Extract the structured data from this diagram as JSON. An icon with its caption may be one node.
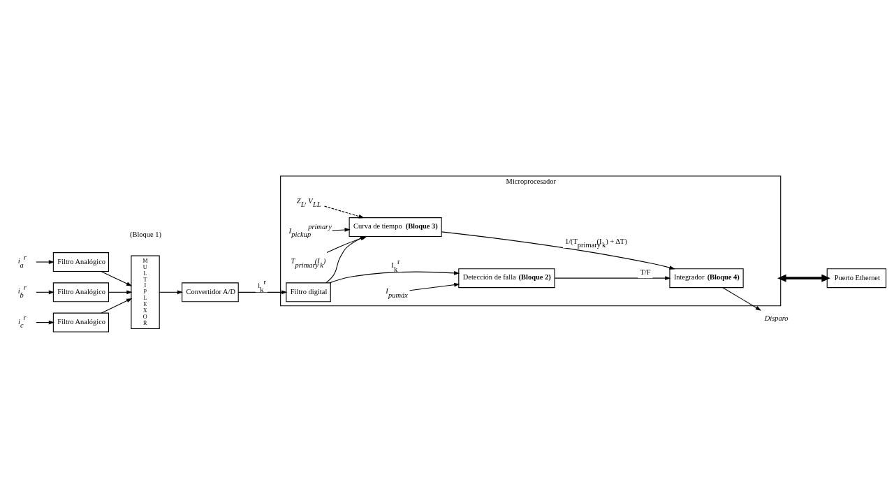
{
  "diagram": {
    "nodes": [
      {
        "text": [
          "Microprocesador"
        ]
      },
      {
        "text": [
          "i$_{a}$$^{r}$"
        ]
      },
      {
        "text": [
          "Filtro Analógico"
        ]
      },
      {
        "text": [
          "i$_{b}$$^{r}$"
        ]
      },
      {
        "text": [
          "Filtro Analógico"
        ]
      },
      {
        "text": [
          "i$_{c}$$^{r}$"
        ]
      },
      {
        "text": [
          "Filtro Analógico"
        ]
      },
      {
        "text": [
          "MULTIPLEXOR"
        ]
      },
      {
        "text": [
          "Convertidor A/D"
        ]
      },
      {
        "text": [
          "Z$_{L}$, V$_{LL}$"
        ],
        "in": 0
      },
      {
        "text": [
          "I$_{pickup}$$^{primary}$"
        ],
        "in": 0
      },
      {
        "text": [
          "T$_{primary}$(I$_{k}$)"
        ],
        "in": 0
      },
      {
        "text": [
          "Curva de tiempo **(Bloque 3)**"
        ],
        "in": 0
      },
      {
        "text": [
          "Filtro digital"
        ],
        "in": 0
      },
      {
        "text": [
          "Detección de falla **(Bloque 2)**"
        ],
        "in": 0
      },
      {
        "text": [
          "I$_{pumáx}$"
        ],
        "in": 0
      },
      {
        "text": [
          "Integrador **(Bloque 4)**"
        ],
        "in": 0
      },
      {
        "text": [
          "Disparo"
        ]
      },
      {
        "text": [
          "Puerto Ethernet"
        ]
      }
    ],
    "edges": [
      {
        "from": 1,
        "to": 2,
        "arrow": "to"
      },
      {
        "from": 3,
        "to": 4,
        "arrow": "to"
      },
      {
        "from": 5,
        "to": 6,
        "arrow": "to"
      },
      {
        "from": 2,
        "to": 7,
        "arrow": "to"
      },
      {
        "from": 4,
        "to": 7,
        "arrow": "to"
      },
      {
        "from": 6,
        "to": 7,
        "arrow": "to"
      },
      {
        "from": 7,
        "to": 8,
        "arrow": "to"
      },
      {
        "from": 8,
        "to": 13,
        "arrow": "to",
        "label": "i$_{k}$$^{r}$"
      },
      {
        "from": 9,
        "to": 12,
        "arrow": "to",
        "style": "dashed"
      },
      {
        "from": 10,
        "to": 12,
        "arrow": "to"
      },
      {
        "from": 11,
        "to": 12,
        "arrow": "to"
      },
      {
        "from": 13,
        "to": 12,
        "arrow": "to"
      },
      {
        "from": 13,
        "to": 14,
        "arrow": "to",
        "label": "I$_{k}$$^{r}$"
      },
      {
        "from": 15,
        "to": 14,
        "arrow": "to"
      },
      {
        "from": 12,
        "to": 16,
        "arrow": "to",
        "label": "1/(T$_{primary}$(I$_{k}$) + ΔT)"
      },
      {
        "from": 14,
        "to": 16,
        "arrow": "to",
        "label": "T/F"
      },
      {
        "from": 16,
        "to": 17,
        "arrow": "to"
      },
      {
        "from": 0,
        "to": 18,
        "arrow": "both",
        "style": "thick"
      }
    ],
    "labels": [
      "(Bloque 1)"
    ]
  }
}
